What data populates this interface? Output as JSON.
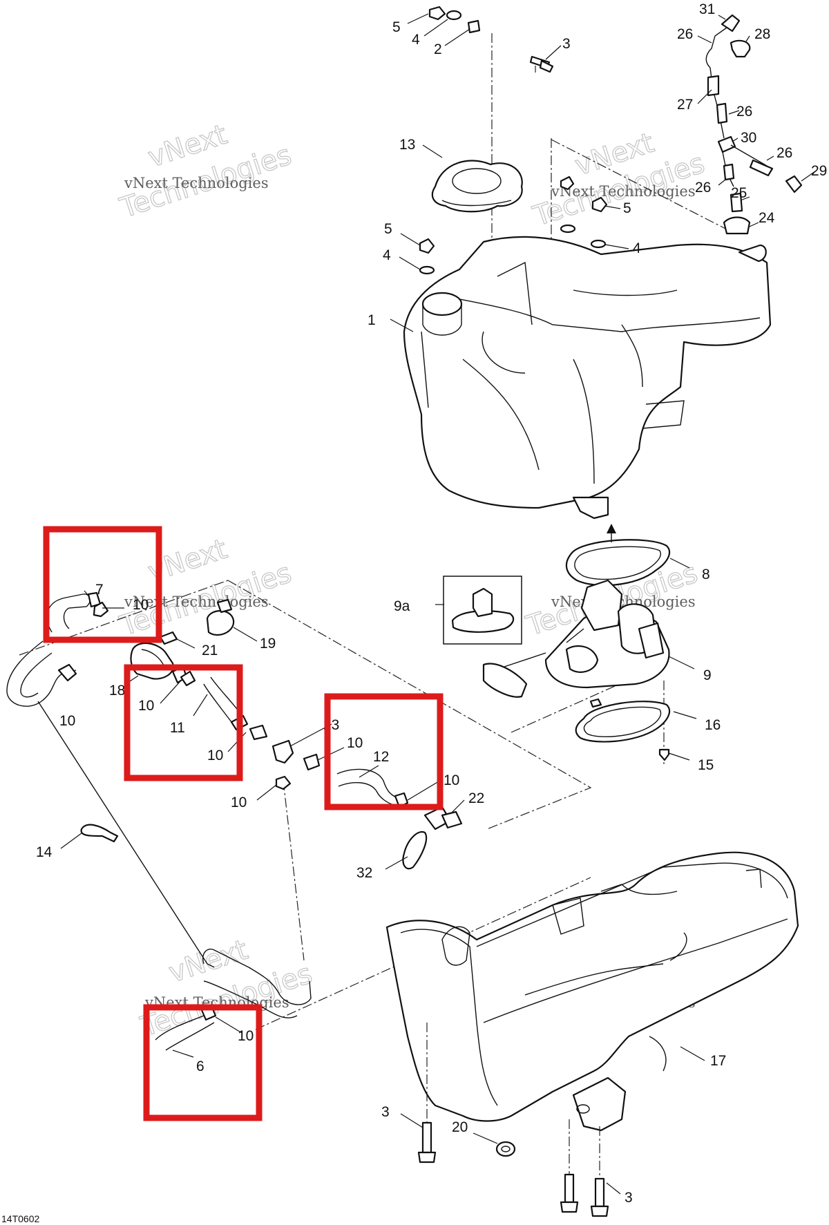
{
  "diagram": {
    "code": "14T0602",
    "watermark": {
      "line_a": "vNext Technologies",
      "line_b": "vNext",
      "line_c": "Technologies"
    },
    "callouts": [
      {
        "id": "5-top",
        "text": "5"
      },
      {
        "id": "4-top",
        "text": "4"
      },
      {
        "id": "2",
        "text": "2"
      },
      {
        "id": "3-top",
        "text": "3"
      },
      {
        "id": "31",
        "text": "31"
      },
      {
        "id": "26-a",
        "text": "26"
      },
      {
        "id": "28",
        "text": "28"
      },
      {
        "id": "27",
        "text": "27"
      },
      {
        "id": "26-b",
        "text": "26"
      },
      {
        "id": "30",
        "text": "30"
      },
      {
        "id": "26-c",
        "text": "26"
      },
      {
        "id": "29",
        "text": "29"
      },
      {
        "id": "26-d",
        "text": "26"
      },
      {
        "id": "25",
        "text": "25"
      },
      {
        "id": "24",
        "text": "24"
      },
      {
        "id": "13",
        "text": "13"
      },
      {
        "id": "5-mid-right",
        "text": "5"
      },
      {
        "id": "4-mid-right",
        "text": "4"
      },
      {
        "id": "5-left",
        "text": "5"
      },
      {
        "id": "4-left",
        "text": "4"
      },
      {
        "id": "1",
        "text": "1"
      },
      {
        "id": "8",
        "text": "8"
      },
      {
        "id": "9a",
        "text": "9a"
      },
      {
        "id": "9",
        "text": "9"
      },
      {
        "id": "16",
        "text": "16"
      },
      {
        "id": "15",
        "text": "15"
      },
      {
        "id": "7",
        "text": "7"
      },
      {
        "id": "10-a",
        "text": "10"
      },
      {
        "id": "19",
        "text": "19"
      },
      {
        "id": "21",
        "text": "21"
      },
      {
        "id": "18",
        "text": "18"
      },
      {
        "id": "10-b",
        "text": "10"
      },
      {
        "id": "10-c",
        "text": "10"
      },
      {
        "id": "11",
        "text": "11"
      },
      {
        "id": "10-d",
        "text": "10"
      },
      {
        "id": "23",
        "text": "23"
      },
      {
        "id": "10-e",
        "text": "10"
      },
      {
        "id": "12",
        "text": "12"
      },
      {
        "id": "10-f",
        "text": "10"
      },
      {
        "id": "22",
        "text": "22"
      },
      {
        "id": "10-g",
        "text": "10"
      },
      {
        "id": "32",
        "text": "32"
      },
      {
        "id": "14",
        "text": "14"
      },
      {
        "id": "10-h",
        "text": "10"
      },
      {
        "id": "6",
        "text": "6"
      },
      {
        "id": "17",
        "text": "17"
      },
      {
        "id": "3-bottom-left",
        "text": "3"
      },
      {
        "id": "20",
        "text": "20"
      },
      {
        "id": "3-bottom",
        "text": "3"
      }
    ],
    "highlight_color": "#dd1b1b"
  }
}
